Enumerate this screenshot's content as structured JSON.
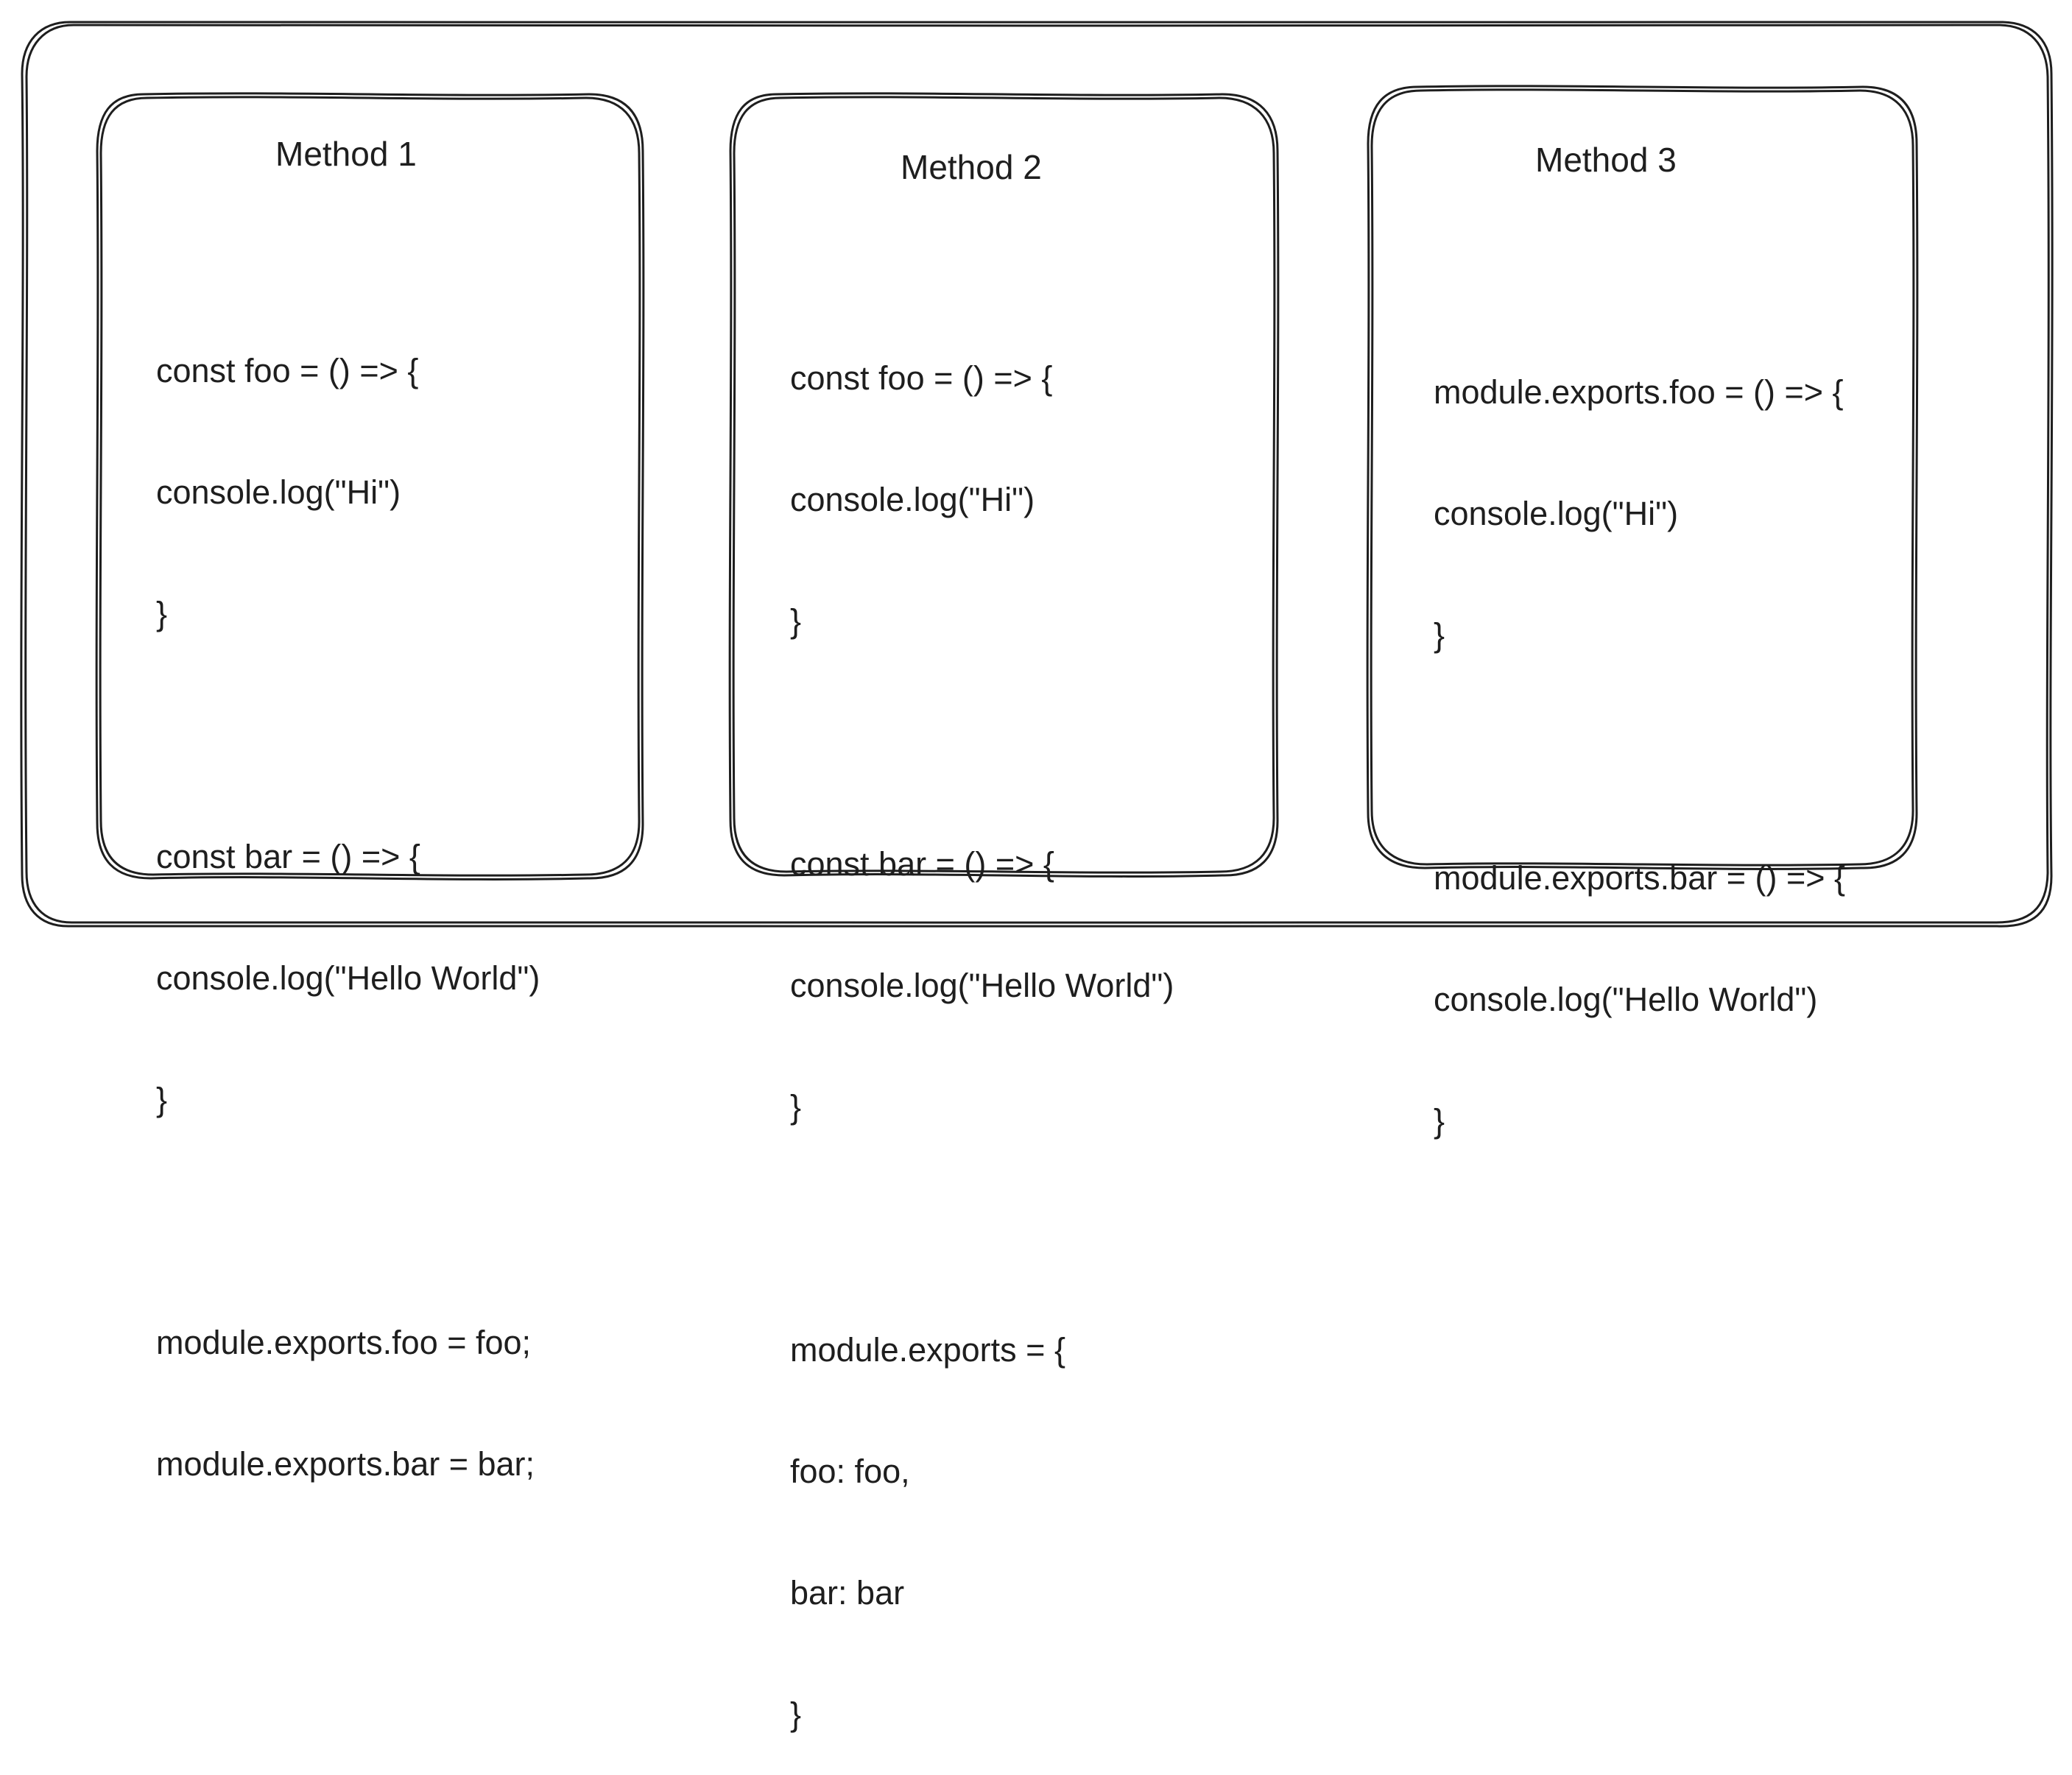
{
  "panels": [
    {
      "title": "Method 1",
      "lines": [
        "const foo = () => {",
        "console.log(\"Hi\")",
        "}",
        "",
        "const bar = () => {",
        "console.log(\"Hello World\")",
        "}",
        "",
        "module.exports.foo = foo;",
        "module.exports.bar = bar;"
      ]
    },
    {
      "title": "Method 2",
      "lines": [
        "const foo = () => {",
        "console.log(\"Hi\")",
        "}",
        "",
        "const bar = () => {",
        "console.log(\"Hello World\")",
        "}",
        "",
        "module.exports = {",
        "foo: foo,",
        "bar: bar",
        "}"
      ]
    },
    {
      "title": "Method 3",
      "lines": [
        "module.exports.foo = () => {",
        "console.log(\"Hi\")",
        "}",
        "",
        "module.exports.bar = () => {",
        "console.log(\"Hello World\")",
        "}"
      ]
    }
  ]
}
